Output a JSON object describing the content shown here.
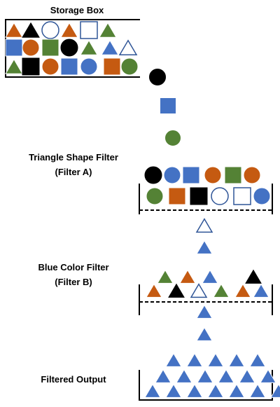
{
  "labels": {
    "storage_box": "Storage Box",
    "filter_a_line1": "Triangle Shape Filter",
    "filter_a_line2": "(Filter A)",
    "filter_b_line1": "Blue Color Filter",
    "filter_b_line2": "(Filter B)",
    "filtered_output": "Filtered Output"
  },
  "colors": {
    "orange": "#C55A11",
    "black": "#000000",
    "green": "#548235",
    "blue": "#4472C4",
    "white": "#FFFFFF",
    "stroke_blue": "#2F5597"
  },
  "shapes": {
    "storage_box": [
      [
        "triangle-orange",
        "triangle-black",
        "circle-white",
        "triangle-orange",
        "square-white",
        "triangle-green"
      ],
      [
        "square-blue",
        "circle-orange",
        "square-green",
        "circle-black",
        "triangle-green",
        "triangle-blue",
        "triangle-white"
      ],
      [
        "triangle-green",
        "square-black",
        "circle-orange",
        "square-blue",
        "circle-blue",
        "square-orange",
        "circle-green"
      ]
    ],
    "falling_from_box": [
      "circle-black",
      "square-blue",
      "circle-green"
    ],
    "filter_a_rejected": [
      [
        "circle-black",
        "circle-blue",
        "square-blue",
        "circle-orange",
        "square-green",
        "circle-orange"
      ],
      [
        "circle-green",
        "square-orange",
        "square-black",
        "circle-white",
        "square-white",
        "circle-blue"
      ]
    ],
    "between_filters": [
      "triangle-white",
      "triangle-blue"
    ],
    "filter_b_rejected": [
      [
        "triangle-green",
        "triangle-orange",
        "triangle-blue",
        "triangle-black"
      ],
      [
        "triangle-orange",
        "triangle-black",
        "triangle-white",
        "triangle-green",
        "triangle-orange",
        "triangle-blue"
      ]
    ],
    "below_filter_b": [
      "triangle-blue",
      "triangle-blue"
    ],
    "output_pile": [
      5,
      6,
      7
    ]
  }
}
